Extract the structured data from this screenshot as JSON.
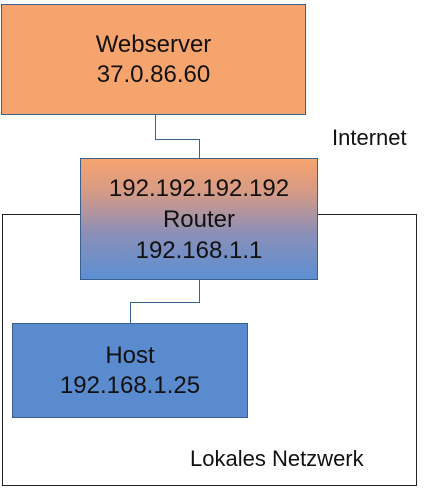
{
  "webserver": {
    "name": "Webserver",
    "ip": "37.0.86.60",
    "fill_color": "#f6a46d"
  },
  "router": {
    "public_ip": "192.192.192.192",
    "name": "Router",
    "private_ip": "192.168.1.1"
  },
  "host": {
    "name": "Host",
    "ip": "192.168.1.25",
    "fill_color": "#5b8bcf"
  },
  "zones": {
    "internet": "Internet",
    "lan": "Lokales Netzwerk"
  }
}
